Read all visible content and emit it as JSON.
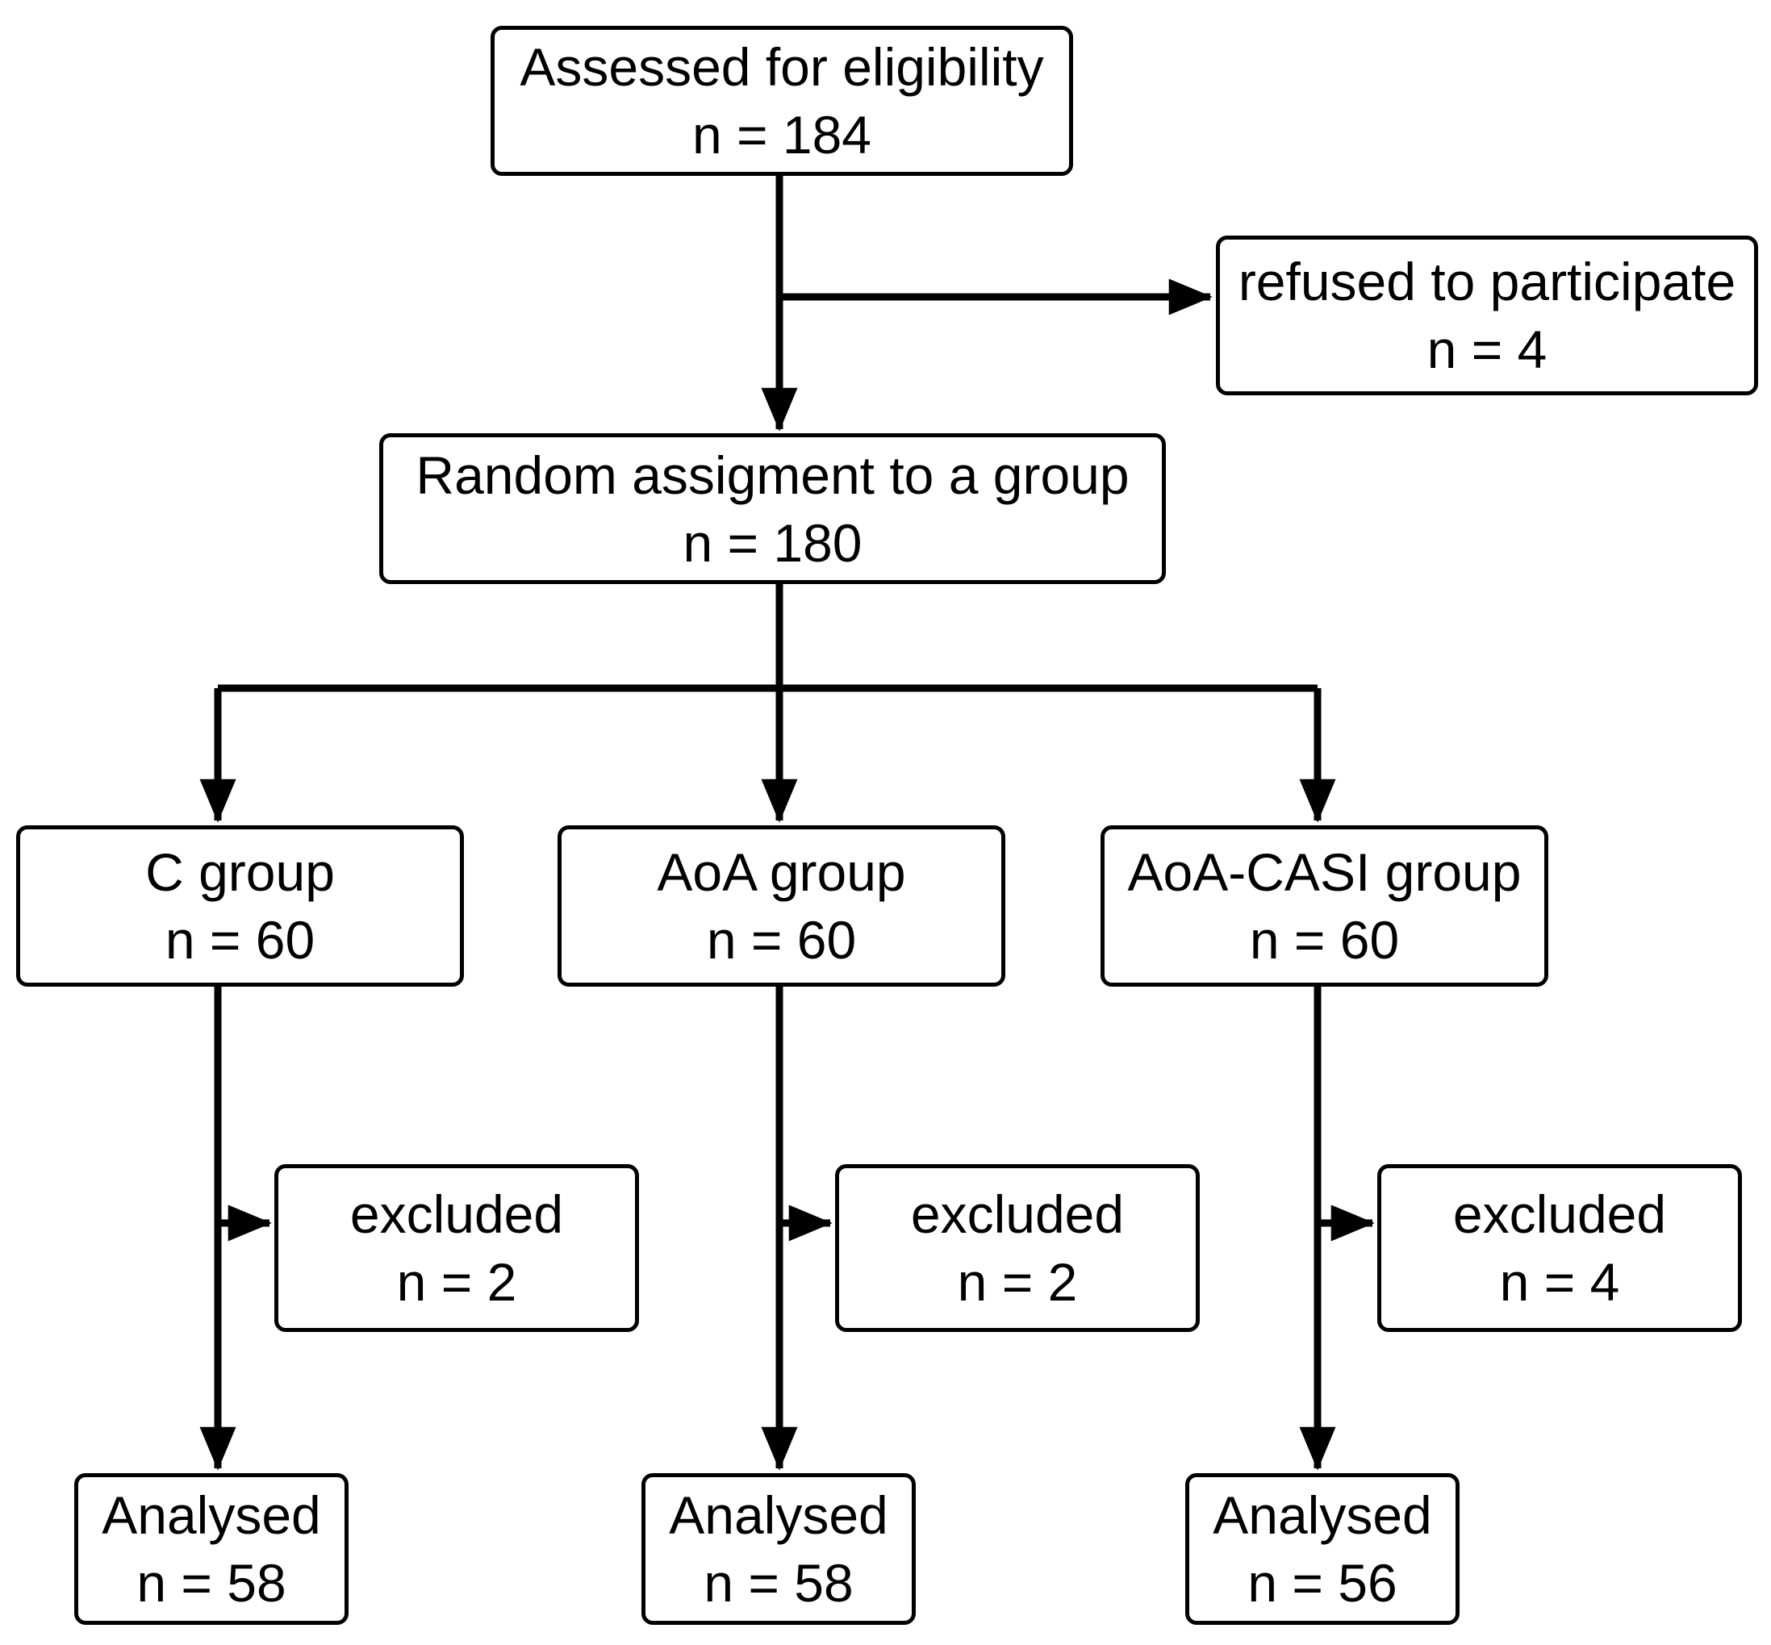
{
  "colors": {
    "background": "#ffffff",
    "line": "#000000",
    "text": "#000000",
    "box_fill": "#ffffff"
  },
  "nodes": {
    "assessed": {
      "label": "Assessed for eligibility",
      "count": "n = 184"
    },
    "refused": {
      "label": "refused to participate",
      "count": "n = 4"
    },
    "randomized": {
      "label": "Random assigment to a group",
      "count": "n = 180"
    },
    "group_c": {
      "label": "C group",
      "count": "n = 60"
    },
    "group_aoa": {
      "label": "AoA group",
      "count": "n = 60"
    },
    "group_aoa_casi": {
      "label": "AoA-CASI group",
      "count": "n = 60"
    },
    "excluded_c": {
      "label": "excluded",
      "count": "n = 2"
    },
    "excluded_aoa": {
      "label": "excluded",
      "count": "n = 2"
    },
    "excluded_aoa_casi": {
      "label": "excluded",
      "count": "n = 4"
    },
    "analysed_c": {
      "label": "Analysed",
      "count": "n = 58"
    },
    "analysed_aoa": {
      "label": "Analysed",
      "count": "n = 58"
    },
    "analysed_aoa_casi": {
      "label": "Analysed",
      "count": "n = 56"
    }
  },
  "edges": [
    {
      "from": "assessed",
      "to": "randomized"
    },
    {
      "from": "assessed",
      "to": "refused"
    },
    {
      "from": "randomized",
      "to": "group_c"
    },
    {
      "from": "randomized",
      "to": "group_aoa"
    },
    {
      "from": "randomized",
      "to": "group_aoa_casi"
    },
    {
      "from": "group_c",
      "to": "excluded_c"
    },
    {
      "from": "group_c",
      "to": "analysed_c"
    },
    {
      "from": "group_aoa",
      "to": "excluded_aoa"
    },
    {
      "from": "group_aoa",
      "to": "analysed_aoa"
    },
    {
      "from": "group_aoa_casi",
      "to": "excluded_aoa_casi"
    },
    {
      "from": "group_aoa_casi",
      "to": "analysed_aoa_casi"
    }
  ]
}
